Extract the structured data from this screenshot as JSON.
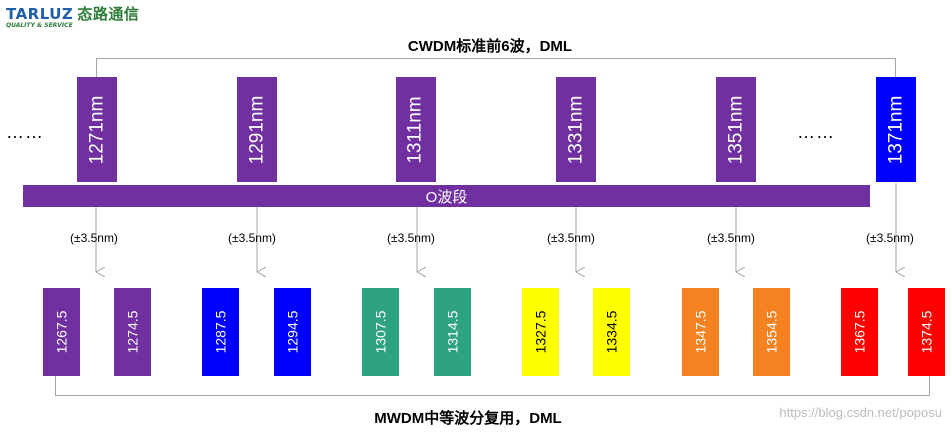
{
  "logo": {
    "brand": "TARLUZ",
    "brand_cn": "态路通信",
    "tagline": "QUALITY & SERVICE"
  },
  "top_title": "CWDM标准前6波，DML",
  "bottom_title": "MWDM中等波分复用，DML",
  "band_label": "O波段",
  "ellipsis_left": "……",
  "ellipsis_right": "……",
  "tolerance_label": "(±3.5nm)",
  "cwdm_channels": [
    {
      "label": "1271nm",
      "color": "#7030a0"
    },
    {
      "label": "1291nm",
      "color": "#7030a0"
    },
    {
      "label": "1311nm",
      "color": "#7030a0"
    },
    {
      "label": "1331nm",
      "color": "#7030a0"
    },
    {
      "label": "1351nm",
      "color": "#7030a0"
    },
    {
      "label": "1371nm",
      "color": "#0000ff"
    }
  ],
  "mwdm_channels": [
    {
      "label": "1267.5",
      "color": "#7030a0"
    },
    {
      "label": "1274.5",
      "color": "#7030a0"
    },
    {
      "label": "1287.5",
      "color": "#0000ff"
    },
    {
      "label": "1294.5",
      "color": "#0000ff"
    },
    {
      "label": "1307.5",
      "color": "#2ea37f"
    },
    {
      "label": "1314.5",
      "color": "#2ea37f"
    },
    {
      "label": "1327.5",
      "color": "#ffff00"
    },
    {
      "label": "1334.5",
      "color": "#ffff00"
    },
    {
      "label": "1347.5",
      "color": "#f58220"
    },
    {
      "label": "1354.5",
      "color": "#f58220"
    },
    {
      "label": "1367.5",
      "color": "#ff0000"
    },
    {
      "label": "1374.5",
      "color": "#ff0000"
    }
  ],
  "watermark": "https://blog.csdn.net/poposu"
}
